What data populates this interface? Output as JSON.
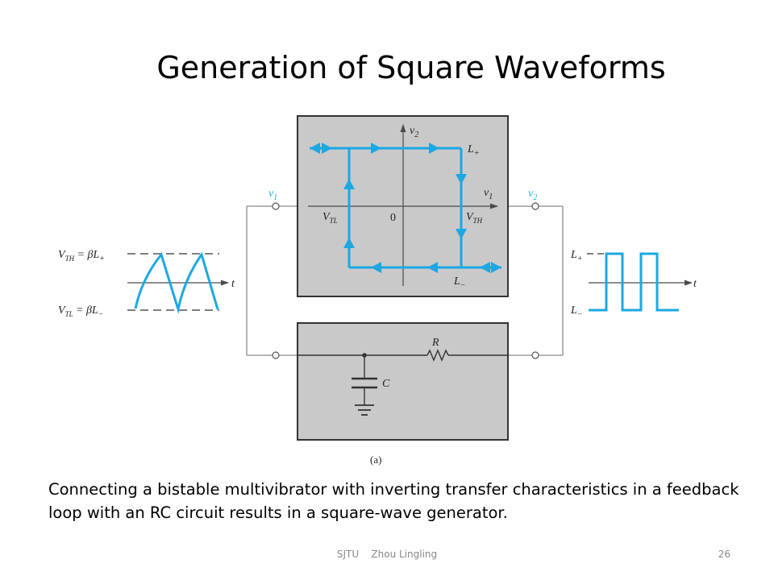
{
  "slide": {
    "title": "Generation of Square Waveforms",
    "caption": "Connecting a bistable multivibrator with inverting transfer characteristics in a feedback loop with an RC circuit results in a square-wave generator.",
    "footer_left": "SJTU",
    "footer_author": "Zhou Lingling",
    "page_number": "26"
  },
  "figure": {
    "label": "(a)",
    "transfer_box": {
      "y_axis": "v",
      "y_axis_sub": "2",
      "x_axis": "v",
      "x_axis_sub": "1",
      "origin": "0",
      "upper_level": "L",
      "upper_level_sub": "+",
      "lower_level": "L",
      "lower_level_sub": "−",
      "low_threshold": "V",
      "low_threshold_sub": "TL",
      "high_threshold": "V",
      "high_threshold_sub": "TH"
    },
    "input_terminal": {
      "name": "v",
      "sub": "1"
    },
    "output_terminal": {
      "name": "v",
      "sub": "2"
    },
    "rc_network": {
      "resistor": "R",
      "capacitor": "C"
    },
    "input_waveform": {
      "upper_label": "V",
      "upper_label_sub": "TH",
      "upper_eq": " = βL",
      "upper_eq_sub": "+",
      "lower_label": "V",
      "lower_label_sub": "TL",
      "lower_eq": " = βL",
      "lower_eq_sub": "−",
      "time_axis": "t"
    },
    "output_waveform": {
      "upper_label": "L",
      "upper_label_sub": "+",
      "lower_label": "L",
      "lower_label_sub": "−",
      "time_axis": "t"
    },
    "colors": {
      "trace": "#1ca8e2",
      "box_fill": "#c9c9c9",
      "line": "#5a5a5a"
    }
  }
}
